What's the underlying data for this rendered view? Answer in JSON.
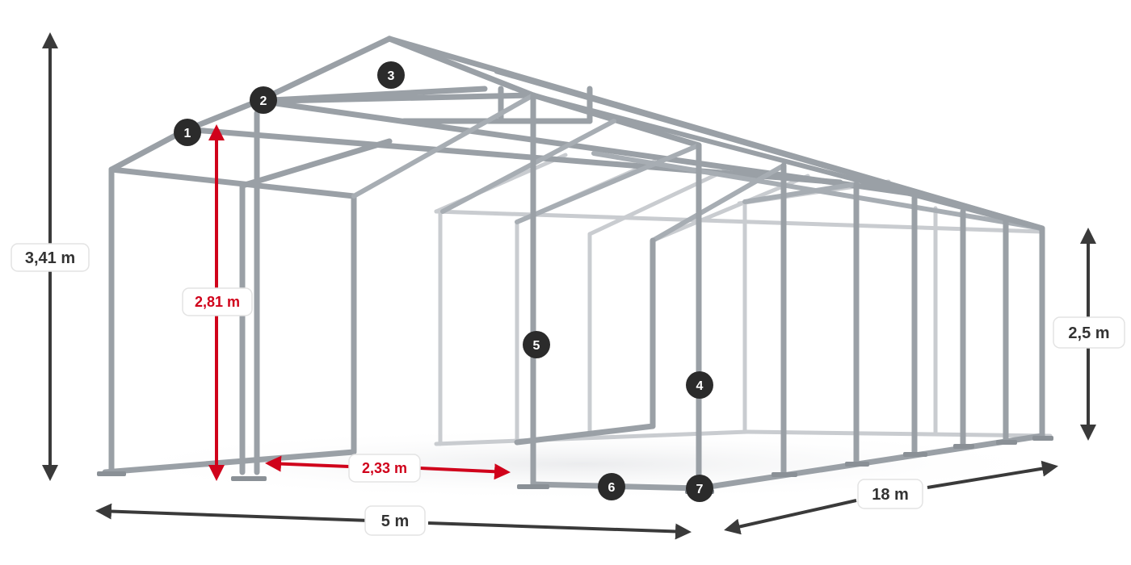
{
  "dimensions": {
    "total_height": "3,41 m",
    "side_height": "2,5 m",
    "door_height": "2,81 m",
    "door_width": "2,33 m",
    "width": "5 m",
    "length": "18 m"
  },
  "callouts": [
    "1",
    "2",
    "3",
    "4",
    "5",
    "6",
    "7"
  ],
  "colors": {
    "frame": "#9aa0a6",
    "frame_light": "#c9ccd0",
    "arrow": "#3a3a3a",
    "accent": "#d0021b",
    "badge": "#2b2b2b",
    "label_bg": "#ffffff",
    "label_border": "#e3e3e3"
  }
}
